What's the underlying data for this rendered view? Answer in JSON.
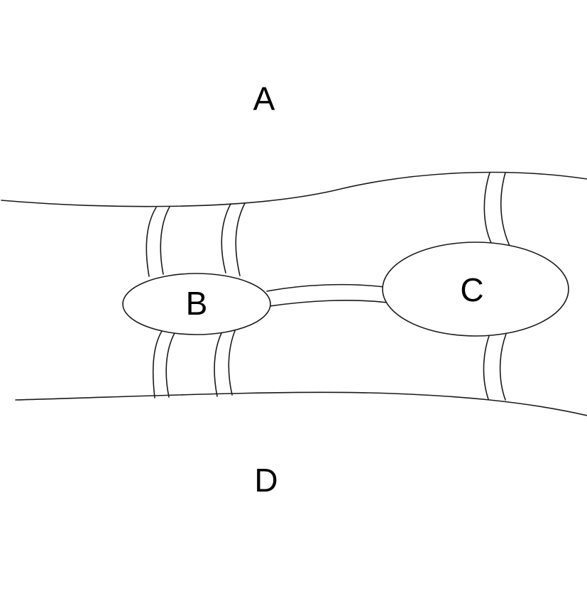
{
  "labels": {
    "north_bank": "A",
    "island_b": "B",
    "island_c": "C",
    "south_bank": "D"
  },
  "colors": {
    "stroke": "#1a1a1a",
    "background": "#ffffff"
  }
}
